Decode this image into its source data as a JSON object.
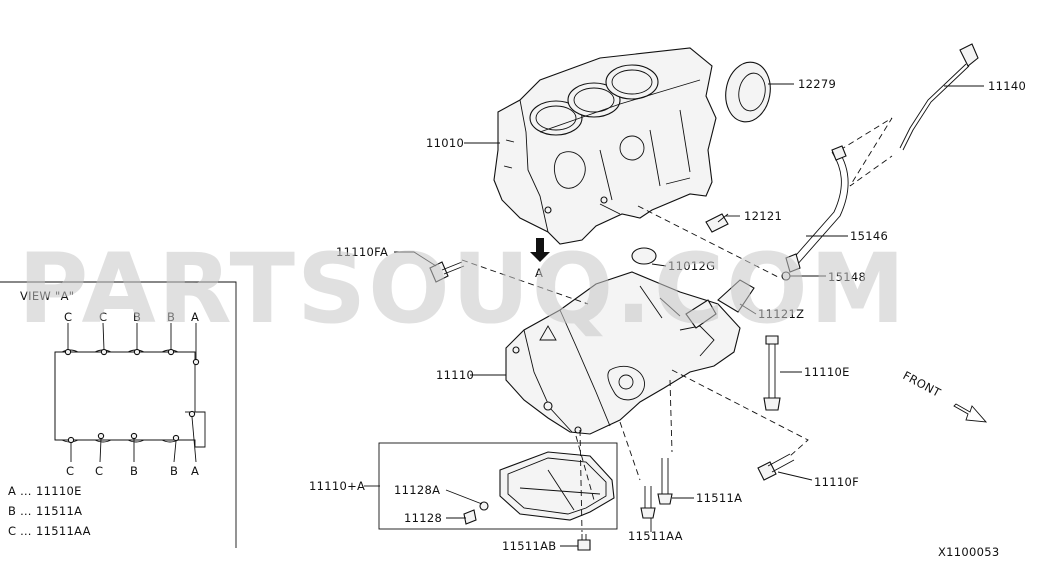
{
  "watermark": "PARTSOUQ.COM",
  "diagram_code": "X1100053",
  "front_label": "FRONT",
  "view_box": {
    "title": "VIEW \"A\"",
    "top_letters": [
      "C",
      "C",
      "B",
      "B",
      "A"
    ],
    "bottom_letters": [
      "C",
      "C",
      "B",
      "B",
      "A"
    ],
    "legend": [
      {
        "key": "A",
        "value": "11110E"
      },
      {
        "key": "B",
        "value": "11511A"
      },
      {
        "key": "C",
        "value": "11511AA"
      }
    ]
  },
  "arrow_a_label": "A",
  "parts": {
    "p12279": "12279",
    "p11140": "11140",
    "p11010": "11010",
    "p12121": "12121",
    "p15146": "15146",
    "p11110FA": "11110FA",
    "p11012G": "11012G",
    "p15148": "15148",
    "p11121Z": "11121Z",
    "p11110": "11110",
    "p11110E": "11110E",
    "p11110F": "11110F",
    "p11110A": "11110+A",
    "p11128A": "11128A",
    "p11128": "11128",
    "p11511A": "11511A",
    "p11511AA": "11511AA",
    "p11511AB": "11511AB"
  }
}
